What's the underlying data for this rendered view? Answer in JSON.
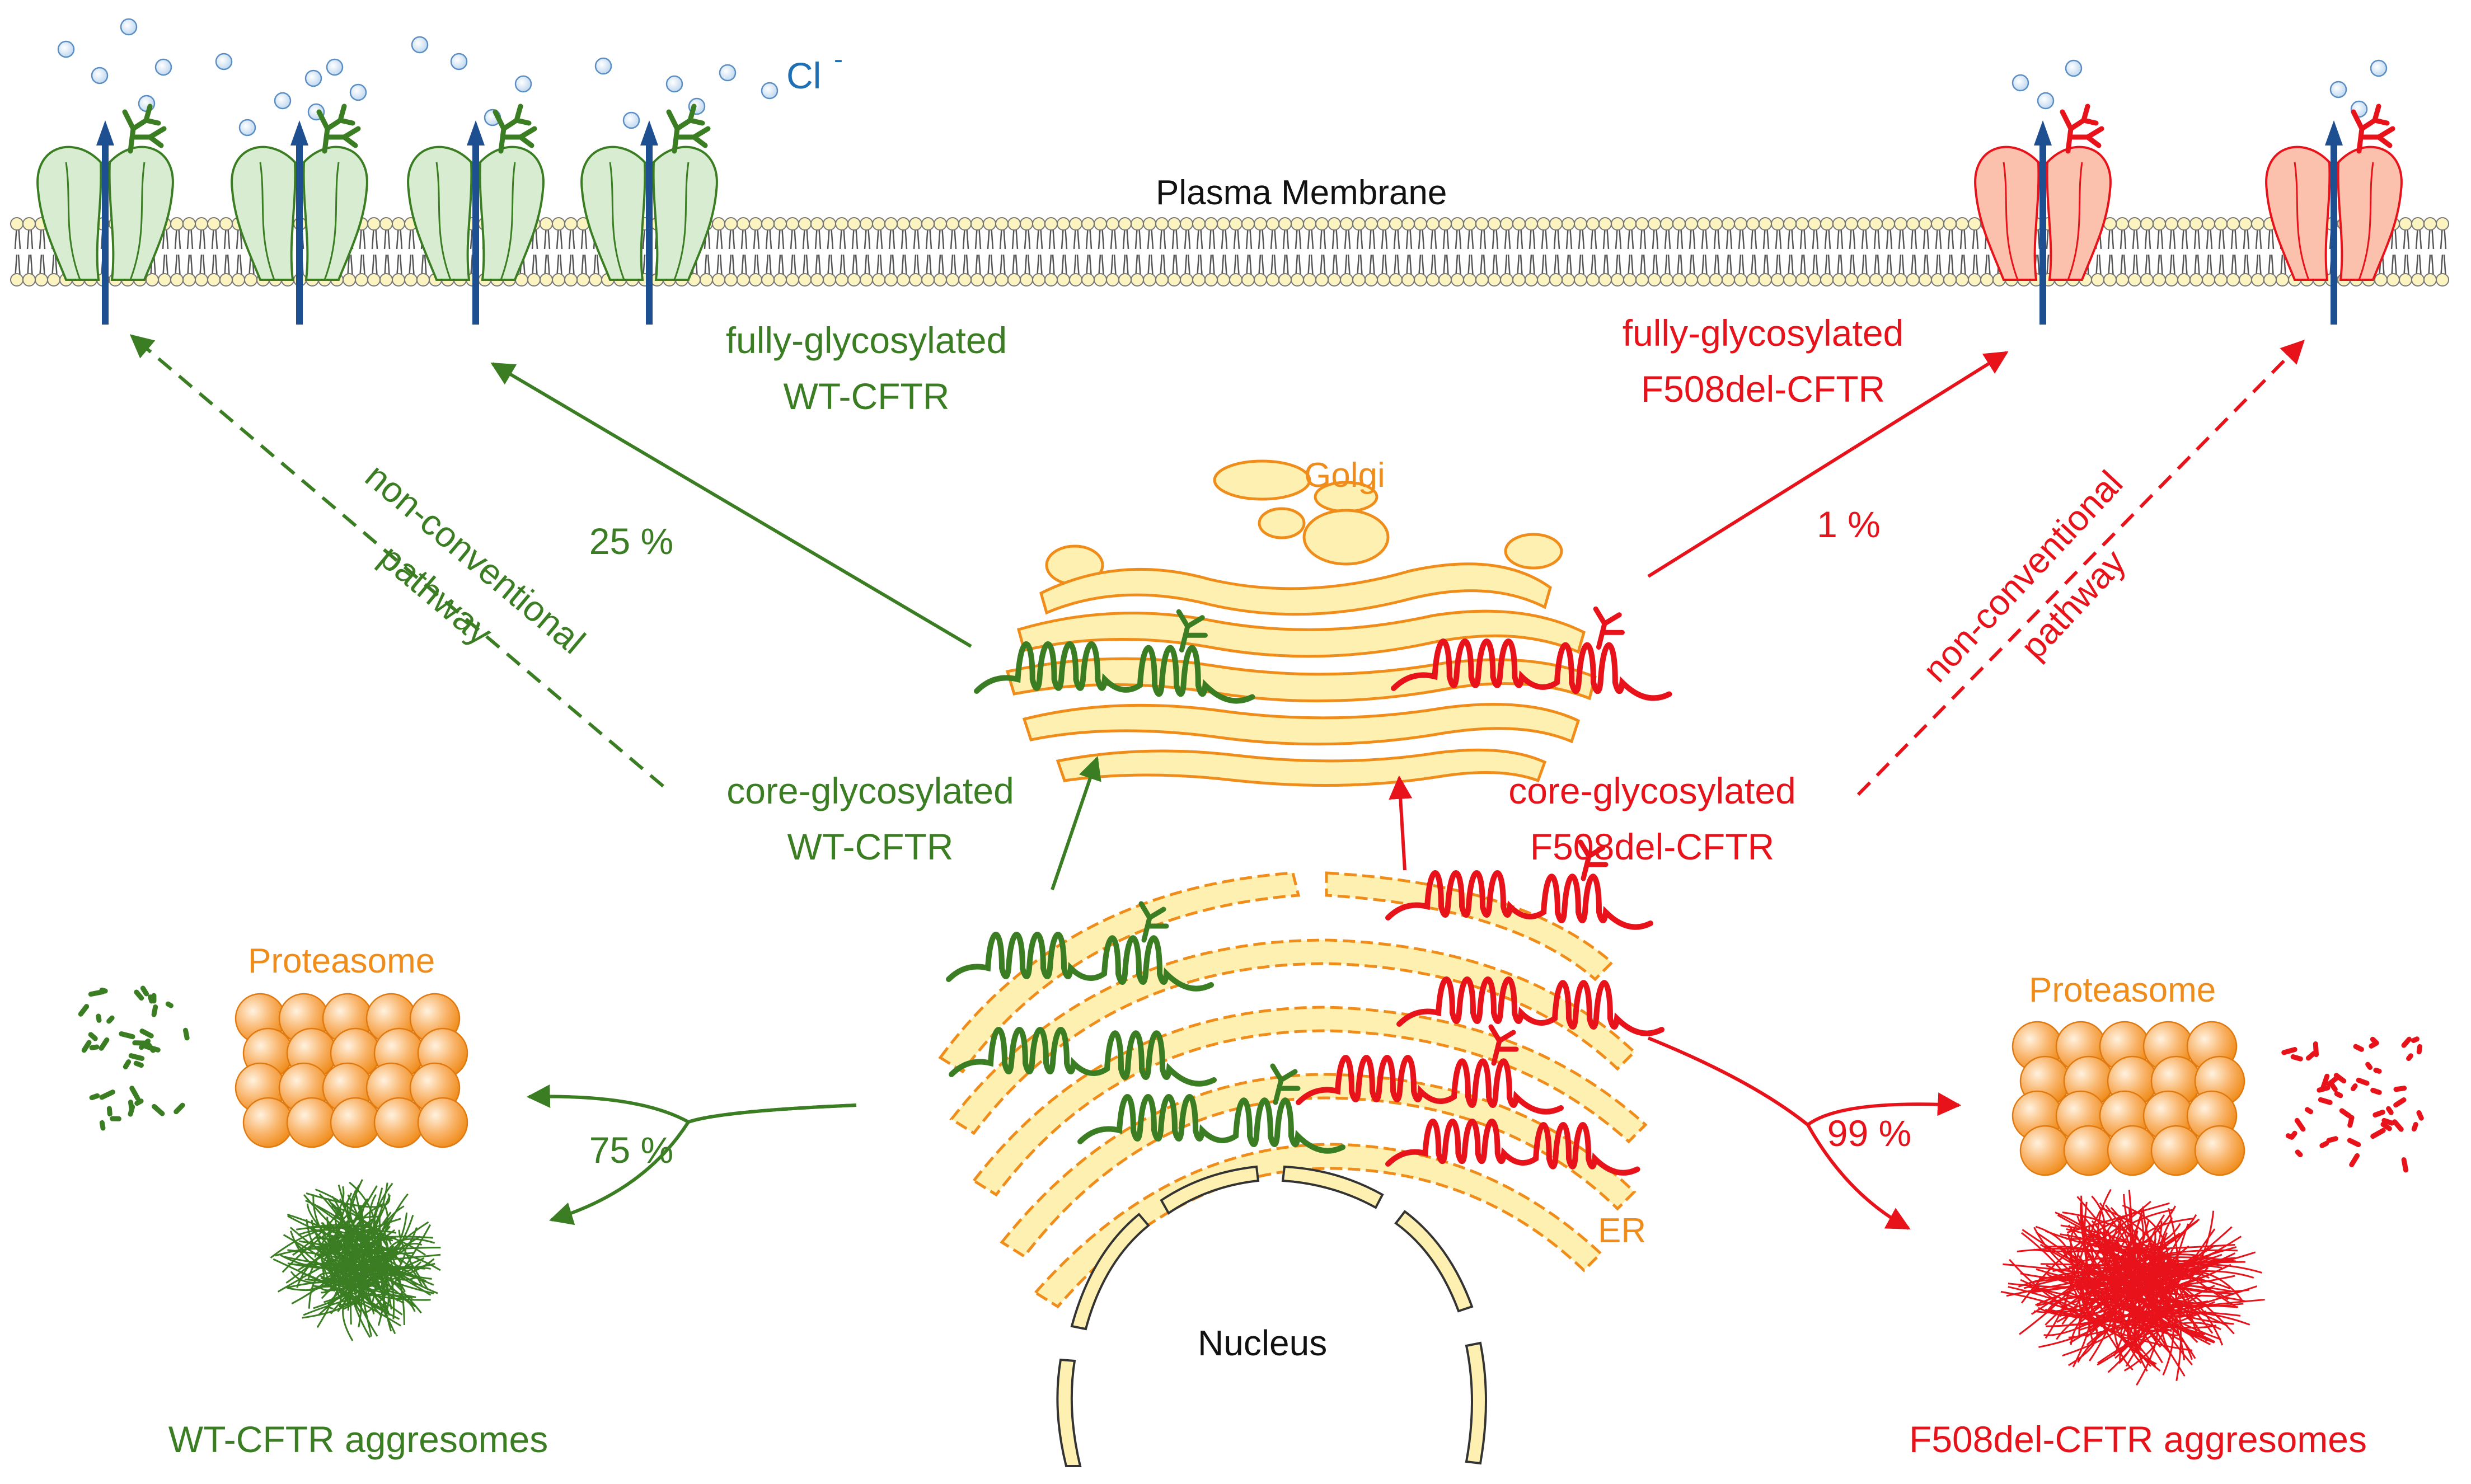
{
  "labels": {
    "chloride": "Cl",
    "chloride_charge": "-",
    "plasma_membrane": "Plasma Membrane",
    "golgi": "Golgi",
    "er": "ER",
    "nucleus": "Nucleus",
    "proteasome_left": "Proteasome",
    "proteasome_right": "Proteasome",
    "wt_fully_1": "fully-glycosylated",
    "wt_fully_2": "WT-CFTR",
    "f508_fully_1": "fully-glycosylated",
    "f508_fully_2": "F508del-CFTR",
    "wt_core_1": "core-glycosylated",
    "wt_core_2": "WT-CFTR",
    "f508_core_1": "core-glycosylated",
    "f508_core_2": "F508del-CFTR",
    "ncp_left_1": "non-conventional",
    "ncp_left_2": "pathway",
    "ncp_right_1": "non-conventional",
    "ncp_right_2": "pathway",
    "wt_aggresomes": "WT-CFTR aggresomes",
    "f508_aggresomes": "F508del-CFTR aggresomes"
  },
  "percentages": {
    "wt_to_membrane": "25 %",
    "wt_degraded": "75 %",
    "f508_to_membrane": "1 %",
    "f508_degraded": "99 %"
  },
  "colors": {
    "wt": "#3a7d22",
    "f508del": "#e8121b",
    "organelle_orange": "#f08c1a",
    "organelle_fill": "#fdf0b0",
    "chloride_blue": "#1f6fb5"
  }
}
